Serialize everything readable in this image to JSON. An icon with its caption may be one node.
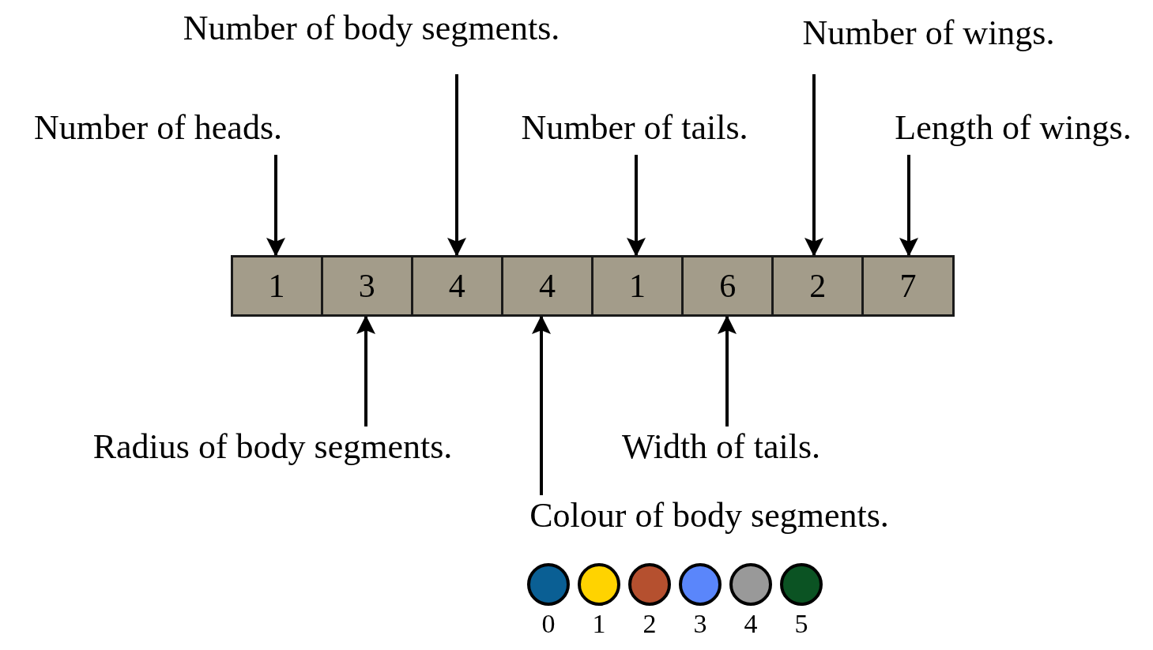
{
  "diagram": {
    "nodes": [
      {
        "text": [
          "1"
        ]
      },
      {
        "text": [
          "3"
        ]
      },
      {
        "text": [
          "4"
        ]
      },
      {
        "text": [
          "4"
        ]
      },
      {
        "text": [
          "1"
        ]
      },
      {
        "text": [
          "6"
        ]
      },
      {
        "text": [
          "2"
        ]
      },
      {
        "text": [
          "7"
        ]
      },
      {
        "text": [
          "Number of heads."
        ]
      },
      {
        "text": [
          "Number of body segments."
        ]
      },
      {
        "text": [
          "Number of tails."
        ]
      },
      {
        "text": [
          "Number of wings."
        ]
      },
      {
        "text": [
          "Length of wings."
        ]
      },
      {
        "text": [
          "Radius of body segments."
        ]
      },
      {
        "text": [
          "Colour of body segments."
        ]
      },
      {
        "text": [
          "Width of tails."
        ]
      }
    ],
    "edges": [
      {
        "from": 8,
        "to": 0,
        "arrow": "to"
      },
      {
        "from": 9,
        "to": 2,
        "arrow": "to"
      },
      {
        "from": 10,
        "to": 4,
        "arrow": "to"
      },
      {
        "from": 11,
        "to": 6,
        "arrow": "to"
      },
      {
        "from": 12,
        "to": 7,
        "arrow": "to"
      },
      {
        "from": 13,
        "to": 1,
        "arrow": "to"
      },
      {
        "from": 14,
        "to": 3,
        "arrow": "to"
      },
      {
        "from": 15,
        "to": 5,
        "arrow": "to"
      }
    ],
    "legend": [
      {
        "text": "0",
        "color": "#0a5f94"
      },
      {
        "text": "1",
        "color": "#ffd300"
      },
      {
        "text": "2",
        "color": "#b5502f"
      },
      {
        "text": "3",
        "color": "#5a86fb"
      },
      {
        "text": "4",
        "color": "#999999"
      },
      {
        "text": "5",
        "color": "#0b5323"
      }
    ]
  }
}
